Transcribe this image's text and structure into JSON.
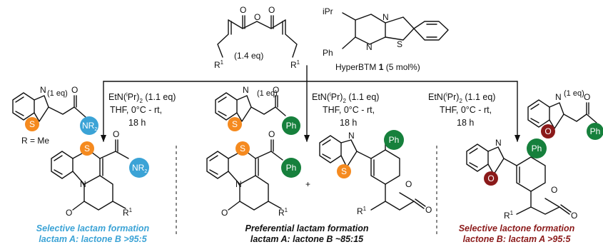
{
  "reagents": {
    "anhydride_eq": "(1.4 eq)",
    "r1": "R",
    "r1_sup": "1",
    "catalyst_ipr": "iPr",
    "catalyst_ph": "Ph",
    "catalyst_label_pre": "HyperBTM ",
    "catalyst_label_num": "1",
    "catalyst_label_post": " (5 mol%)",
    "atoms": {
      "N": "N",
      "S": "S",
      "O": "O"
    }
  },
  "substrates": [
    {
      "eq": "(1 eq)",
      "heteroatom": "S",
      "group": "NR",
      "group_sub": "2",
      "note": "R = Me"
    },
    {
      "eq": "(1 eq)",
      "heteroatom": "S",
      "group": "Ph"
    },
    {
      "eq": "(1 eq)",
      "heteroatom": "O",
      "group": "Ph"
    }
  ],
  "conditions": {
    "base_pre": "EtN(",
    "base_sup": "i",
    "base_post": "Pr)",
    "base_sub": "2",
    "base_eq": " (1.1 eq)",
    "solvent": "THF, 0°C - rt,",
    "time": "18 h"
  },
  "outcomes": [
    {
      "title": "Selective lactam formation",
      "ratio": "lactam A: lactone B  >95:5",
      "color": "#3ba3d6"
    },
    {
      "title": "Preferential lactam formation",
      "ratio": "lactam A: lactone B ~85:15",
      "color": "#111111"
    },
    {
      "title": "Selective lactone formation",
      "ratio": "lactone B: lactam A  >95:5",
      "color": "#8b1a1a"
    }
  ],
  "plus": "+",
  "colors": {
    "sulfur": "#f58a1f",
    "amide": "#3ba3d6",
    "phenyl": "#16803c",
    "oxygen": "#8b1a1a"
  }
}
